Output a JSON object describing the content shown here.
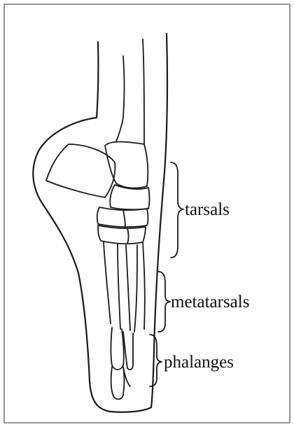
{
  "labels": {
    "tarsals": "tarsals",
    "metatarsals": "metatarsals",
    "phalanges": "phalanges"
  }
}
